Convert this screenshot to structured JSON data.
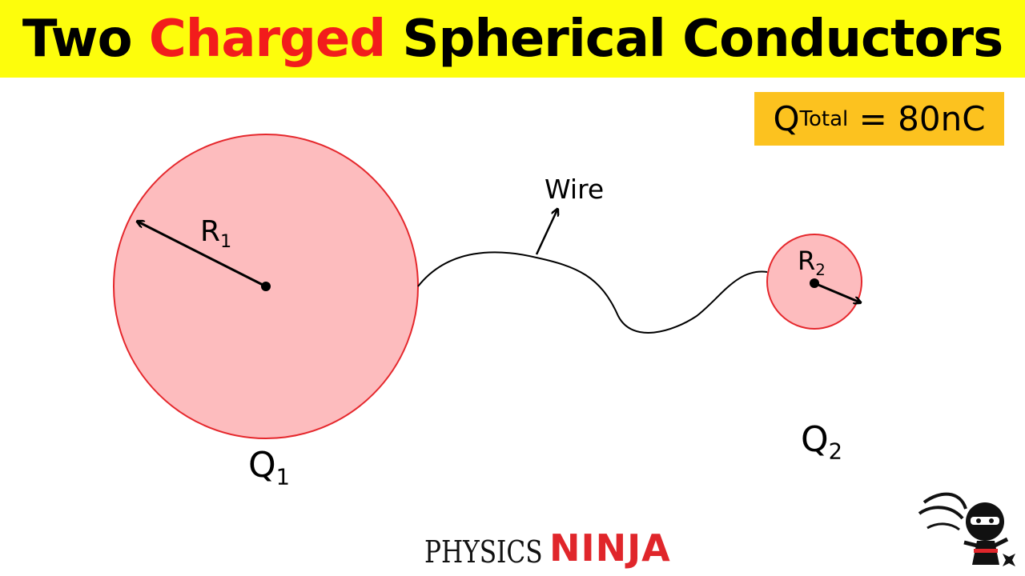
{
  "title": {
    "part1": "Two ",
    "accent": "Charged",
    "part2": " Spherical Conductors"
  },
  "qtotal": {
    "symbol": "Q",
    "sub": "Total",
    "value": " = 80nC"
  },
  "labels": {
    "r1": {
      "main": "R",
      "sub": "1"
    },
    "r2": {
      "main": "R",
      "sub": "2"
    },
    "q1": {
      "main": "Q",
      "sub": "1"
    },
    "q2": {
      "main": "Q",
      "sub": "2"
    },
    "wire": "Wire"
  },
  "logo": {
    "physics": "PHYSICS",
    "ninja": "NINJA"
  },
  "colors": {
    "title_bg": "#fdfd0c",
    "title_accent": "#f21c1c",
    "qtotal_bg": "#fcc21f",
    "sphere_fill": "#fdbcbe",
    "sphere_stroke": "#e5272c",
    "logo_red": "#e0262b"
  },
  "icons": [
    "arrow-icon",
    "ninja-mascot-icon"
  ]
}
